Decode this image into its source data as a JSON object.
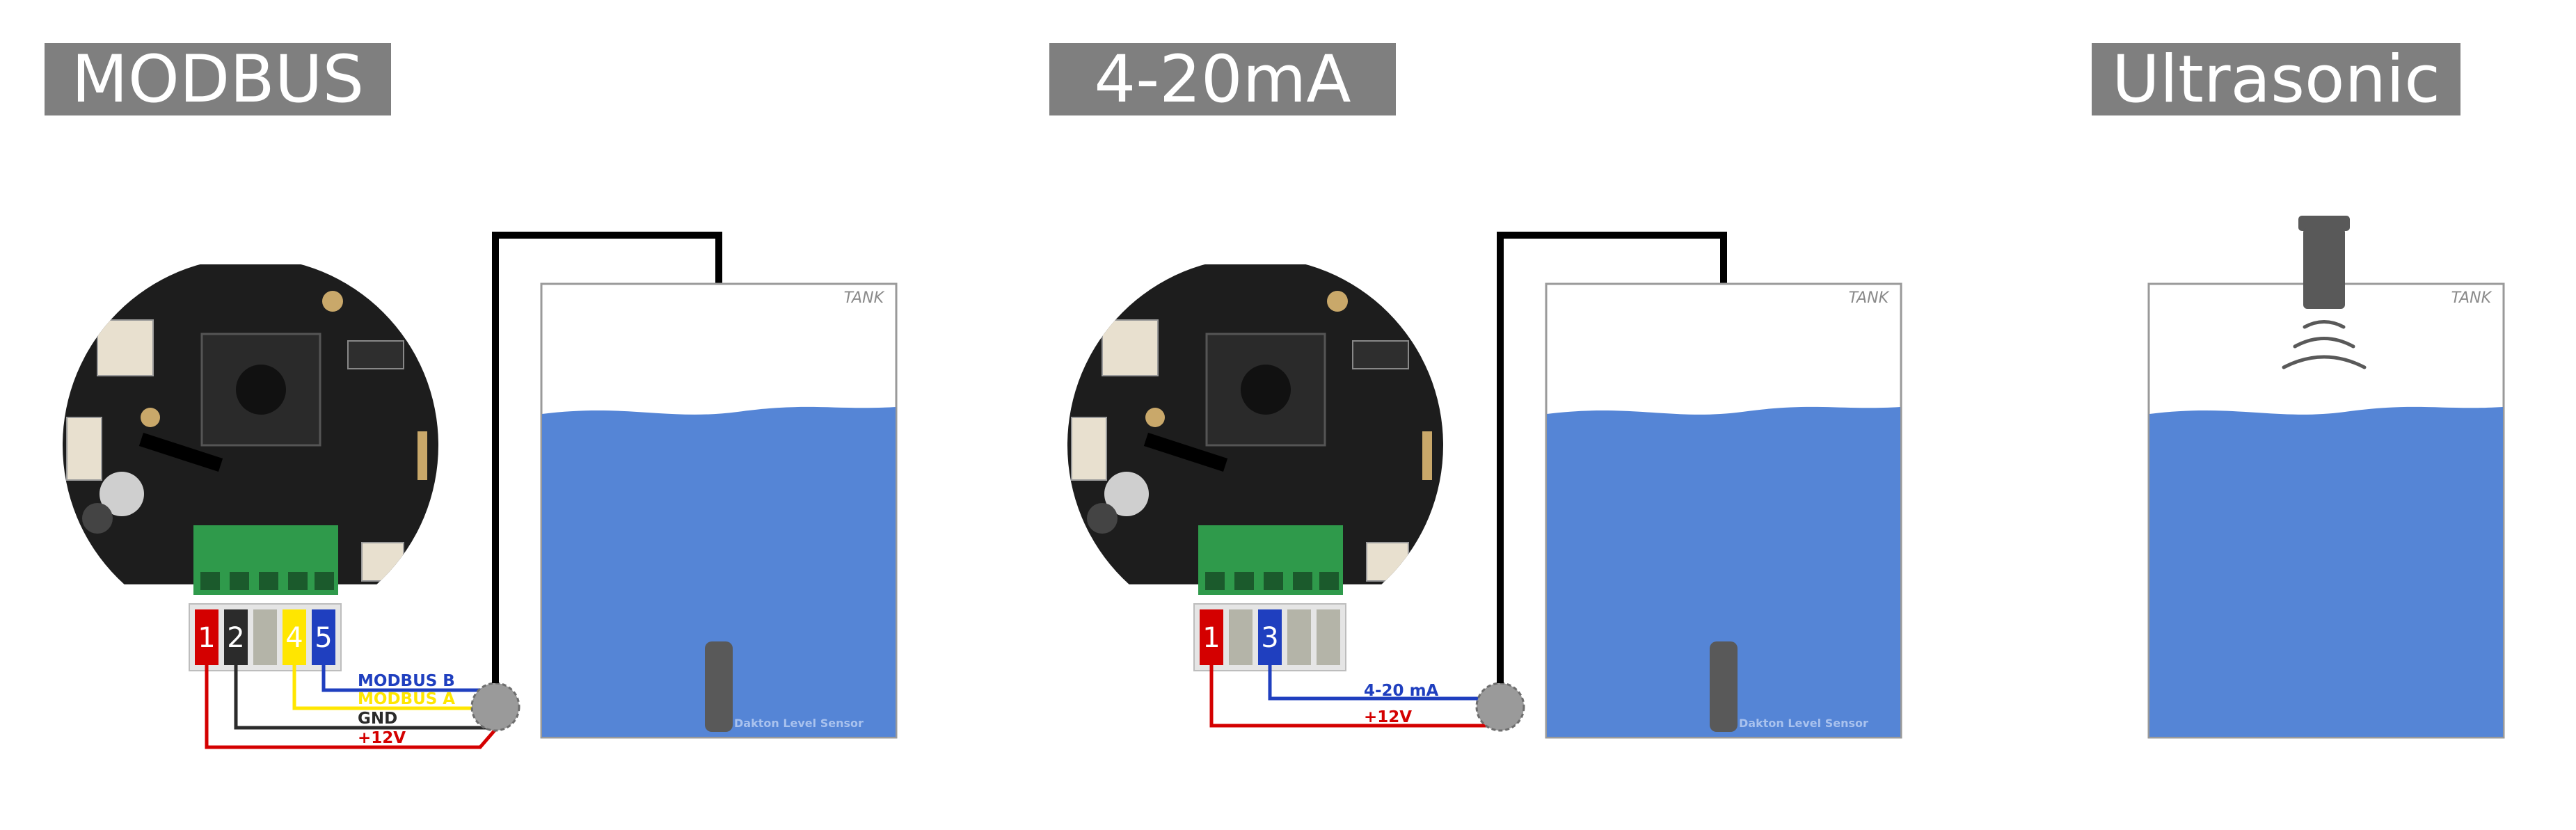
{
  "panels": [
    {
      "title": "MODBUS",
      "tank_label": "TANK",
      "sensor_label": "Dakton Level Sensor",
      "terminals": [
        "1",
        "2",
        "",
        "4",
        "5"
      ],
      "wire_labels": [
        "MODBUS B",
        "MODBUS A",
        "GND",
        "+12V"
      ]
    },
    {
      "title": "4-20mA",
      "tank_label": "TANK",
      "sensor_label": "Dakton Level Sensor",
      "terminals": [
        "1",
        "",
        "3",
        "",
        ""
      ],
      "wire_labels": [
        "4-20 mA",
        "+12V"
      ]
    },
    {
      "title": "Ultrasonic",
      "tank_label": "TANK"
    }
  ],
  "colors": {
    "title_bg": "#7f7f7f",
    "water": "#5585d6",
    "red": "#d40000",
    "black": "#2b2b2b",
    "grey_terminal": "#b4b4a8",
    "yellow": "#ffe600",
    "blue": "#1f3fbf",
    "pcb": "#1e1e1e",
    "connector_green": "#2f9a4b",
    "sensor_grey": "#595959"
  }
}
